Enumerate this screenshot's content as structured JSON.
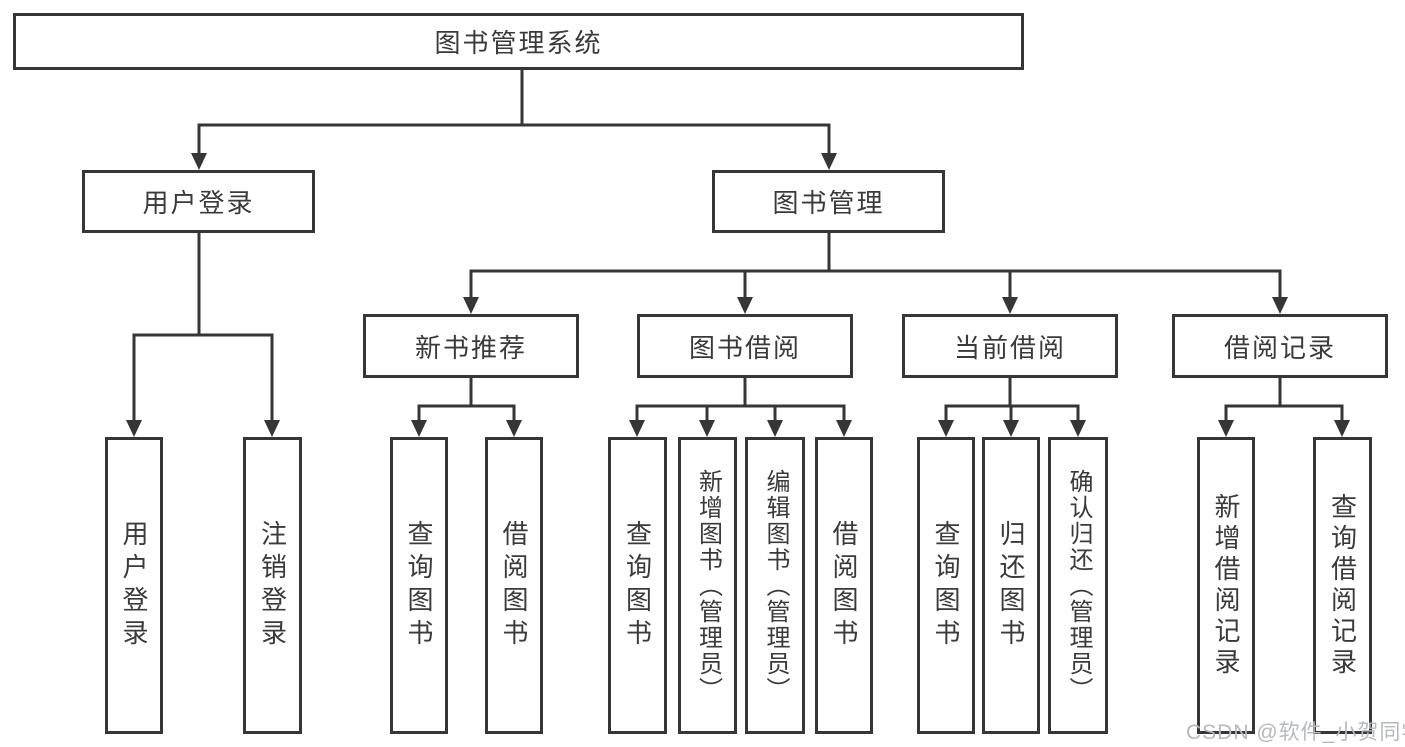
{
  "colors": {
    "line": "#363636",
    "box_border": "#363636",
    "box_fill": "#ffffff",
    "text": "#3a3a3a",
    "background": "#ffffff",
    "watermark_text_color": "#b5b9bf"
  },
  "watermark": {
    "text": "CSDN @软件_小贺同学"
  },
  "tree": {
    "root": {
      "label": "图书管理系统"
    },
    "branches": [
      {
        "label": "用户登录",
        "children": [
          {
            "label": "用户登录"
          },
          {
            "label": "注销登录"
          }
        ]
      },
      {
        "label": "图书管理",
        "children": [
          {
            "label": "新书推荐",
            "children": [
              {
                "label": "查询图书"
              },
              {
                "label": "借阅图书"
              }
            ]
          },
          {
            "label": "图书借阅",
            "children": [
              {
                "label": "查询图书"
              },
              {
                "label": "新增图书（管理员）"
              },
              {
                "label": "编辑图书（管理员）"
              },
              {
                "label": "借阅图书"
              }
            ]
          },
          {
            "label": "当前借阅",
            "children": [
              {
                "label": "查询图书"
              },
              {
                "label": "归还图书"
              },
              {
                "label": "确认归还（管理员）"
              }
            ]
          },
          {
            "label": "借阅记录",
            "children": [
              {
                "label": "新增借阅记录"
              },
              {
                "label": "查询借阅记录"
              }
            ]
          }
        ]
      }
    ]
  }
}
